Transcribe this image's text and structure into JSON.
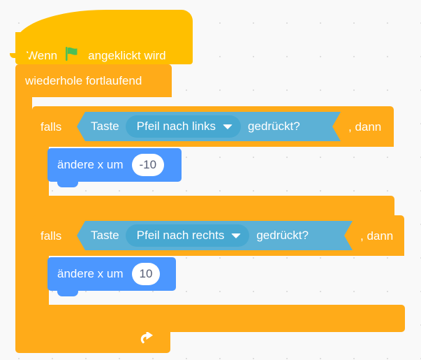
{
  "workspace": {
    "background_color": "#F9F9F9",
    "grid_dot_color": "#D9D9D9",
    "language": "de"
  },
  "palette": {
    "events_color": "#FFBF00",
    "control_color": "#FFAB19",
    "sensing_color": "#5CB1D6",
    "sensing_dropdown_color": "#47A8D1",
    "motion_color": "#4C97FF",
    "input_text_color": "#575E75",
    "label_text_color": "#FFFFFF",
    "flag_color": "#4CBF56"
  },
  "script": {
    "hat": {
      "prefix_label": "Wenn",
      "icon": "green-flag-icon",
      "suffix_label": "angeklickt wird"
    },
    "forever": {
      "label": "wiederhole fortlaufend",
      "loop_icon": "loop-arrow-icon"
    },
    "branches": [
      {
        "if_label": "falls",
        "then_label": ", dann",
        "condition": {
          "prefix": "Taste",
          "dropdown_value": "Pfeil nach links",
          "dropdown_icon": "chevron-down-icon",
          "suffix": "gedrückt?"
        },
        "body": {
          "label": "ändere x um",
          "value": "-10"
        }
      },
      {
        "if_label": "falls",
        "then_label": ", dann",
        "condition": {
          "prefix": "Taste",
          "dropdown_value": "Pfeil nach rechts",
          "dropdown_icon": "chevron-down-icon",
          "suffix": "gedrückt?"
        },
        "body": {
          "label": "ändere x um",
          "value": "10"
        }
      }
    ]
  }
}
